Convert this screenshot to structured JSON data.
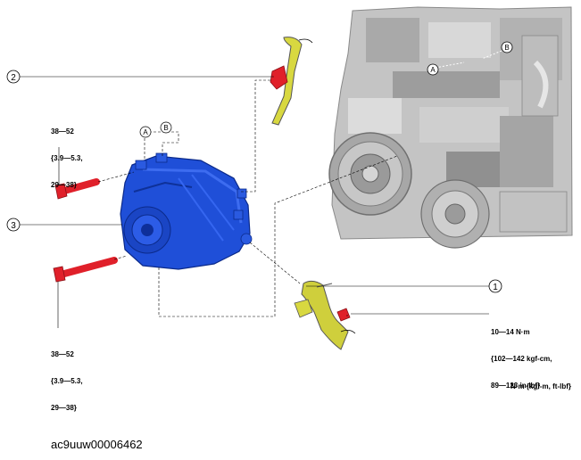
{
  "callouts": {
    "c1": "1",
    "c2": "2",
    "c3": "3"
  },
  "refs": {
    "a": "A",
    "b": "B"
  },
  "torque": {
    "upper_bolt": [
      "38—52",
      "{3.9—5.3,",
      "29—38}"
    ],
    "lower_bolt": [
      "38—52",
      "{3.9—5.3,",
      "29—38}"
    ],
    "terminal_nut": [
      "10—14 N·m",
      "{102—142 kgf-cm,",
      "89—123 in-lbf}"
    ]
  },
  "units_note": "N·m {kgf-m, ft-lbf}",
  "document_id": "ac9uuw00006462",
  "colors": {
    "alternator": "#1f4fd8",
    "bolt": "#e0202a",
    "bracket": "#d8d840",
    "engine": "#b9b9b9"
  }
}
